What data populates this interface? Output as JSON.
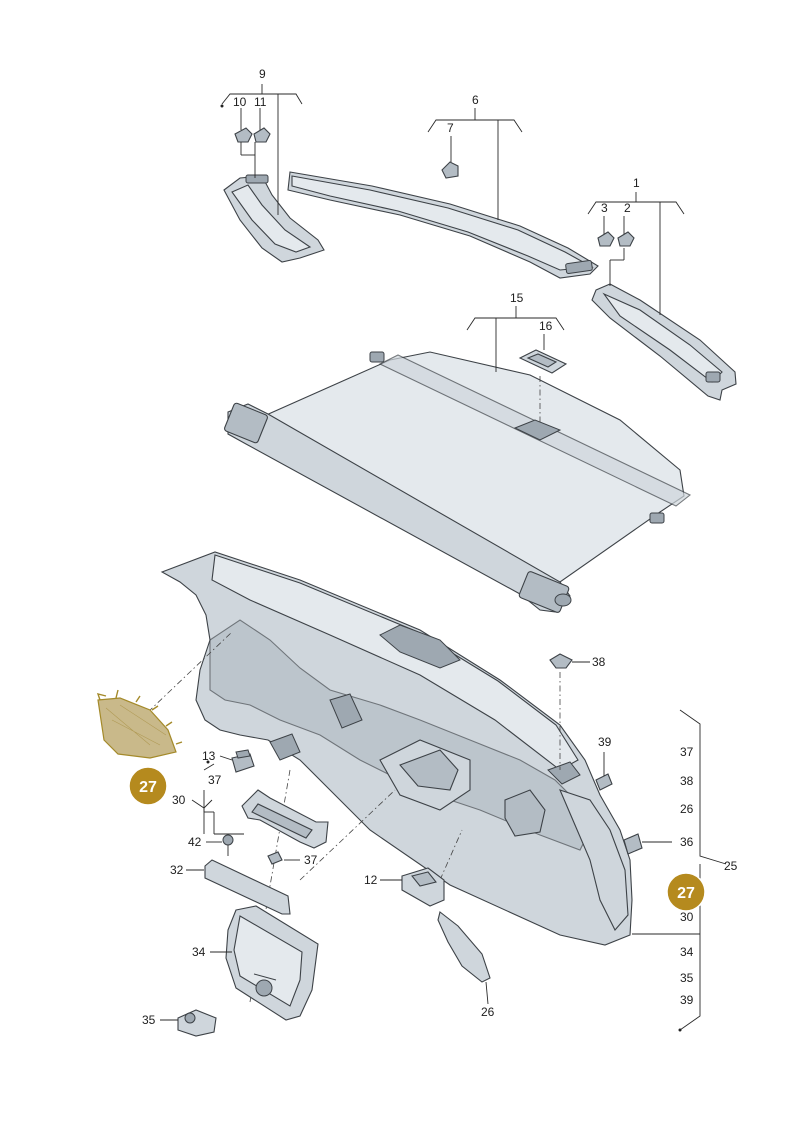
{
  "labels": {
    "l1": "1",
    "l2": "2",
    "l3": "3",
    "l6": "6",
    "l7": "7",
    "l9": "9",
    "l10": "10",
    "l11": "11",
    "l15": "15",
    "l16": "16",
    "l12": "12",
    "l13": "13",
    "l26b": "26",
    "l30": "30",
    "l32": "32",
    "l34": "34",
    "l35": "35",
    "l36": "36",
    "l37a": "37",
    "l37b": "37",
    "l38": "38",
    "l39": "39",
    "l42": "42",
    "r37": "37",
    "r38": "38",
    "r26": "26",
    "r25": "25",
    "r30": "30",
    "r34": "34",
    "r35": "35",
    "r39": "39"
  },
  "badges": {
    "left": "27",
    "right": "27"
  },
  "colors": {
    "badge": "#b58a1e",
    "highlight": "#c9b98a",
    "part": "#cfd6dc"
  }
}
